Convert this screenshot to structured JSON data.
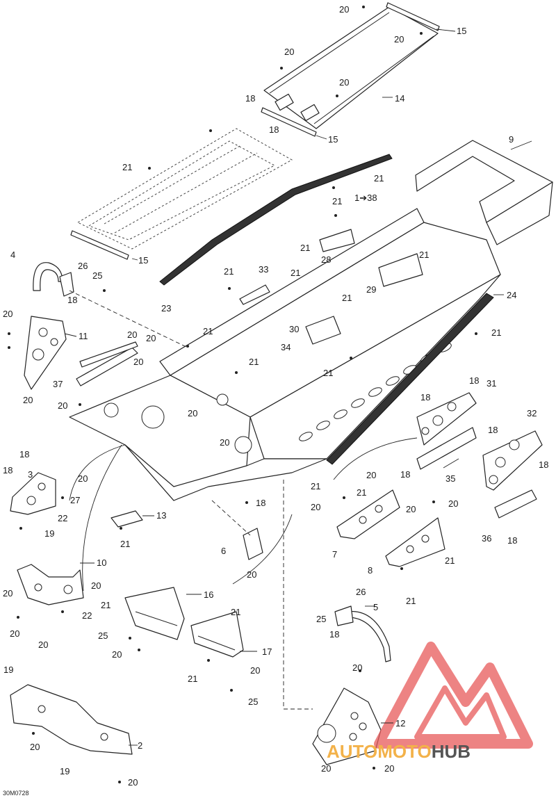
{
  "drawing_code": "30M0728",
  "watermark": {
    "part1": "AUTOMOTO",
    "part2": "HUB",
    "color_primary": "#e85a5a",
    "color_secondary": "#f3b24a",
    "color_dark": "#555555"
  },
  "labels": {
    "l20_a": "20",
    "l15_a": "15",
    "l20_b": "20",
    "l20_c": "20",
    "l20_d": "20",
    "l14": "14",
    "l18_a": "18",
    "l18_b": "18",
    "l15_b": "15",
    "l21_a": "21",
    "l9": "9",
    "l21_b": "21",
    "l1to38": "1➔38",
    "l21_c": "21",
    "l21_d": "21",
    "l28": "28",
    "l21_e": "21",
    "l21_f": "21",
    "l15_c": "15",
    "l4": "4",
    "l26_a": "26",
    "l25_a": "25",
    "l18_c": "18",
    "l21_g": "21",
    "l33": "33",
    "l23": "23",
    "l29": "29",
    "l21_h": "21",
    "l24": "24",
    "l20_e": "20",
    "l11": "11",
    "l20_f": "20",
    "l20_g": "20",
    "l21_i": "21",
    "l30": "30",
    "l21_j": "21",
    "l34": "34",
    "l20_h": "20",
    "l21_k": "21",
    "l21_l": "21",
    "l37": "37",
    "l20_i": "20",
    "l20_j": "20",
    "l18_d": "18",
    "l31": "31",
    "l18_e": "18",
    "l20_k": "20",
    "l32": "32",
    "l18_f": "18",
    "l18_g": "18",
    "l20_l": "20",
    "l18_h": "18",
    "l18_i": "18",
    "l3": "3",
    "l18_j": "18",
    "l20_m": "20",
    "l35": "35",
    "l27": "27",
    "l22_a": "22",
    "l19_a": "19",
    "l13": "13",
    "l21_m": "21",
    "l18_k": "18",
    "l20_n": "20",
    "l21_n": "21",
    "l21_o": "21",
    "l20_o": "20",
    "l20_p": "20",
    "l36": "36",
    "l18_l": "18",
    "l20_q": "20",
    "l7": "7",
    "l6": "6",
    "l20_r": "20",
    "l8": "8",
    "l21_p": "21",
    "l10": "10",
    "l20_s": "20",
    "l20_t": "20",
    "l22_b": "22",
    "l21_q": "21",
    "l16": "16",
    "l26_b": "26",
    "l5": "5",
    "l25_b": "25",
    "l18_m": "18",
    "l21_r": "21",
    "l20_u": "20",
    "l20_v": "20",
    "l25_c": "25",
    "l20_w": "20",
    "l17": "17",
    "l21_s": "21",
    "l20_x": "20",
    "l25_d": "25",
    "l20_y": "20",
    "l19_b": "19",
    "l12": "12",
    "l20_z": "20",
    "l2": "2",
    "l19_c": "19",
    "l20_aa": "20",
    "l20_ab": "20",
    "l20_ac": "20"
  }
}
